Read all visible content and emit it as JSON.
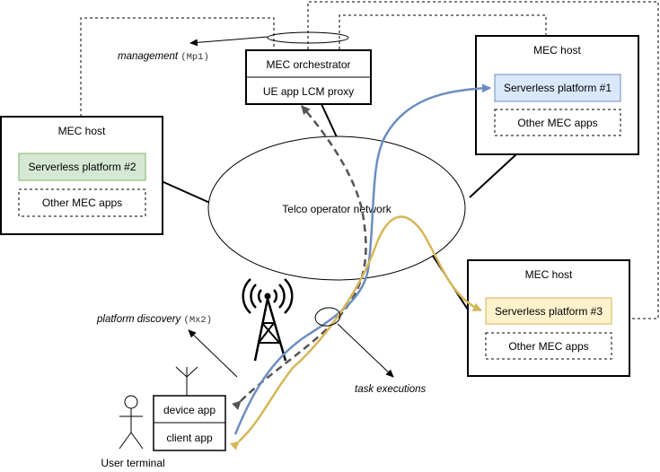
{
  "orchestrator": {
    "title": "MEC orchestrator",
    "proxy": "UE app LCM proxy"
  },
  "network": {
    "label": "Telco operator network"
  },
  "hosts": [
    {
      "title": "MEC host",
      "platform": "Serverless platform #1",
      "other": "Other MEC apps"
    },
    {
      "title": "MEC host",
      "platform": "Serverless platform #2",
      "other": "Other MEC apps"
    },
    {
      "title": "MEC host",
      "platform": "Serverless platform #3",
      "other": "Other MEC apps"
    }
  ],
  "terminal": {
    "device_app": "device app",
    "client_app": "client app",
    "label": "User terminal"
  },
  "annotations": {
    "management": "management",
    "management_ref": "(Mp1)",
    "discovery": "platform discovery",
    "discovery_ref": "(Mx2)",
    "tasks": "task executions"
  },
  "colors": {
    "platform1_fill": "#dae8fc",
    "platform1_stroke": "#6c8ebf",
    "platform2_fill": "#d5e8d4",
    "platform2_stroke": "#82b366",
    "platform3_fill": "#fff2cc",
    "platform3_stroke": "#d6b656",
    "blue_flow": "#6c8ebf",
    "yellow_flow": "#d6b656",
    "discovery_flow": "#555555"
  }
}
